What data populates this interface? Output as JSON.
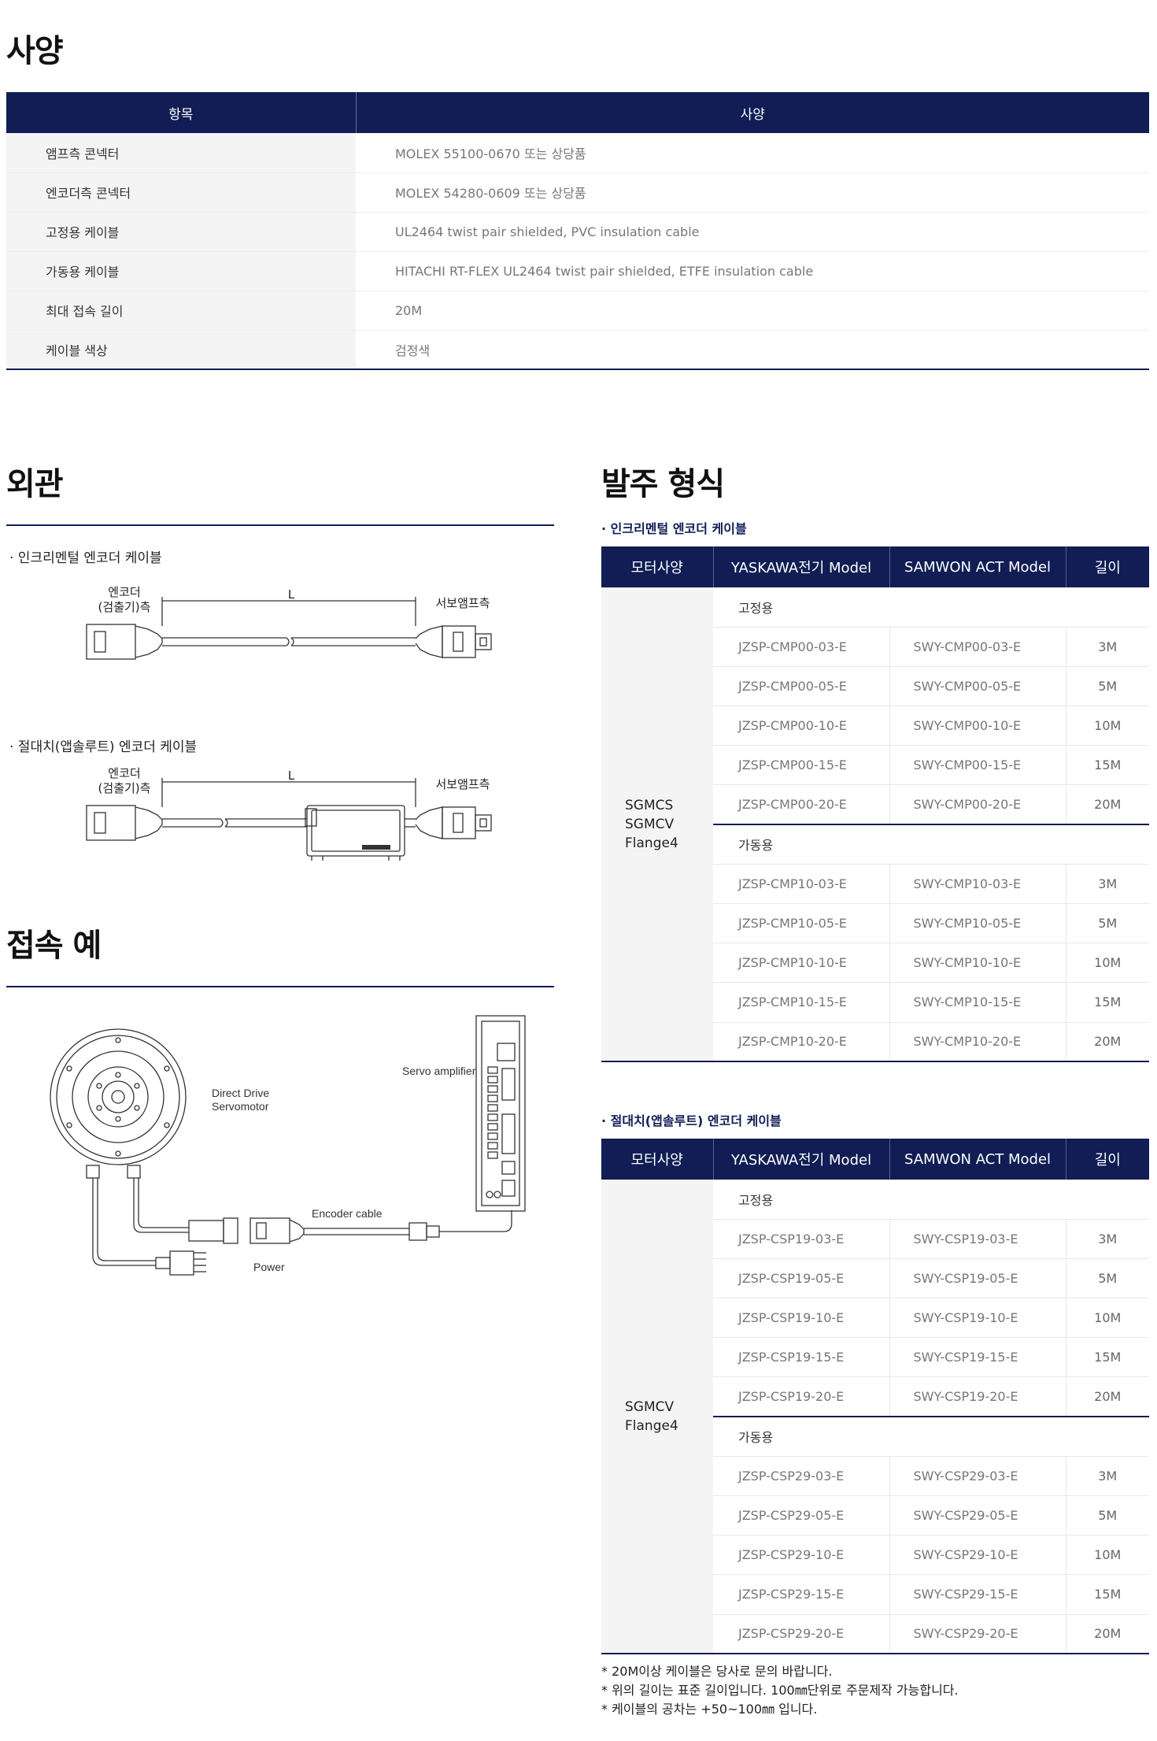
{
  "spec": {
    "title": "사양",
    "headers": [
      "항목",
      "사양"
    ],
    "rows": [
      [
        "앰프측 콘넥터",
        "MOLEX 55100-0670 또는 상당품"
      ],
      [
        "엔코더측 콘넥터",
        "MOLEX 54280-0609 또는 상당품"
      ],
      [
        "고정용 케이블",
        "UL2464 twist pair shielded, PVC insulation cable"
      ],
      [
        "가동용 케이블",
        "HITACHI RT-FLEX UL2464 twist pair shielded, ETFE insulation cable"
      ],
      [
        "최대 접속 길이",
        "20M"
      ],
      [
        "케이블 색상",
        "검정색"
      ]
    ]
  },
  "appearance": {
    "title": "외관",
    "incremental": {
      "label": "· 인크리멘털 엔코더 케이블",
      "encoder_side": "엔코더\n(검출기)측",
      "length": "L",
      "amp_side": "서보앰프측"
    },
    "absolute": {
      "label": "· 절대치(앱솔루트) 엔코더 케이블",
      "encoder_side": "엔코더\n(검출기)측",
      "length": "L",
      "amp_side": "서보앰프측"
    }
  },
  "connection": {
    "title": "접속 예",
    "labels": {
      "motor": "Direct Drive\nServomotor",
      "servo": "Servo amplifier",
      "encoder": "Encoder cable",
      "power": "Power"
    }
  },
  "order": {
    "title": "발주 형식",
    "headers": [
      "모터사양",
      "YASKAWA전기 Model",
      "SAMWON ACT Model",
      "길이"
    ],
    "tables": [
      {
        "label": "· 인크리멘털 엔코더 케이블",
        "motor": "SGMCS\nSGMCV\nFlange4",
        "fixed_label": "고정용",
        "fixed": [
          [
            "JZSP-CMP00-03-E",
            "SWY-CMP00-03-E",
            "3M"
          ],
          [
            "JZSP-CMP00-05-E",
            "SWY-CMP00-05-E",
            "5M"
          ],
          [
            "JZSP-CMP00-10-E",
            "SWY-CMP00-10-E",
            "10M"
          ],
          [
            "JZSP-CMP00-15-E",
            "SWY-CMP00-15-E",
            "15M"
          ],
          [
            "JZSP-CMP00-20-E",
            "SWY-CMP00-20-E",
            "20M"
          ]
        ],
        "moving_label": "가동용",
        "moving": [
          [
            "JZSP-CMP10-03-E",
            "SWY-CMP10-03-E",
            "3M"
          ],
          [
            "JZSP-CMP10-05-E",
            "SWY-CMP10-05-E",
            "5M"
          ],
          [
            "JZSP-CMP10-10-E",
            "SWY-CMP10-10-E",
            "10M"
          ],
          [
            "JZSP-CMP10-15-E",
            "SWY-CMP10-15-E",
            "15M"
          ],
          [
            "JZSP-CMP10-20-E",
            "SWY-CMP10-20-E",
            "20M"
          ]
        ]
      },
      {
        "label": "· 절대치(앱솔루트) 엔코더 케이블",
        "motor": "SGMCV\nFlange4",
        "fixed_label": "고정용",
        "fixed": [
          [
            "JZSP-CSP19-03-E",
            "SWY-CSP19-03-E",
            "3M"
          ],
          [
            "JZSP-CSP19-05-E",
            "SWY-CSP19-05-E",
            "5M"
          ],
          [
            "JZSP-CSP19-10-E",
            "SWY-CSP19-10-E",
            "10M"
          ],
          [
            "JZSP-CSP19-15-E",
            "SWY-CSP19-15-E",
            "15M"
          ],
          [
            "JZSP-CSP19-20-E",
            "SWY-CSP19-20-E",
            "20M"
          ]
        ],
        "moving_label": "가동용",
        "moving": [
          [
            "JZSP-CSP29-03-E",
            "SWY-CSP29-03-E",
            "3M"
          ],
          [
            "JZSP-CSP29-05-E",
            "SWY-CSP29-05-E",
            "5M"
          ],
          [
            "JZSP-CSP29-10-E",
            "SWY-CSP29-10-E",
            "10M"
          ],
          [
            "JZSP-CSP29-15-E",
            "SWY-CSP29-15-E",
            "15M"
          ],
          [
            "JZSP-CSP29-20-E",
            "SWY-CSP29-20-E",
            "20M"
          ]
        ]
      }
    ],
    "notes": [
      "* 20M이상 케이블은 당사로 문의 바랍니다.",
      "* 위의 길이는 표준 길이입니다. 100㎜단위로 주문제작 가능합니다.",
      "* 케이블의 공차는 +50~100㎜ 입니다."
    ]
  }
}
